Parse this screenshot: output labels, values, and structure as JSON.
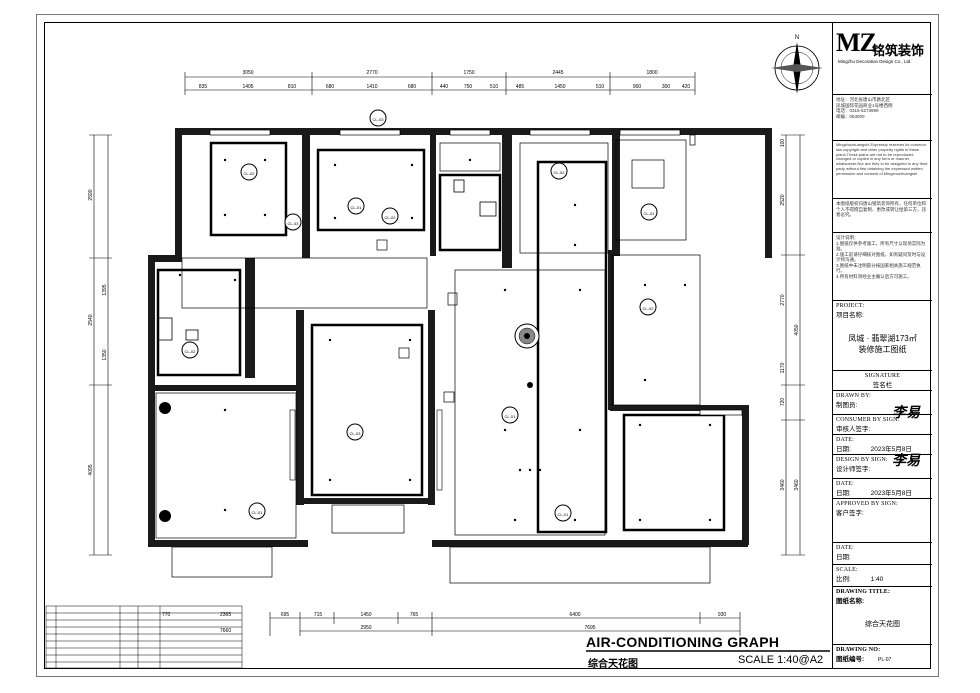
{
  "drawing": {
    "title_en": "AIR-CONDITIONING GRAPH",
    "title_cn": "综合天花图",
    "scale": "SCALE 1:40@A2"
  },
  "dimensions": {
    "top_totals": [
      "3050",
      "2770",
      "1750",
      "2445",
      "1800"
    ],
    "top_details": [
      "835",
      "1405",
      "810",
      "680",
      "1410",
      "680",
      "440",
      "750",
      "510",
      "485",
      "1450",
      "510",
      "900",
      "300",
      "420"
    ],
    "bottom_details": [
      "695",
      "715",
      "1450",
      "765",
      "6400",
      "930"
    ],
    "bottom_totals": [
      "2950",
      "7695"
    ],
    "left": [
      "2590",
      "1395",
      "2540",
      "1350",
      "4095"
    ],
    "right": [
      "100",
      "2520",
      "2770",
      "4050",
      "1170",
      "720",
      "3460",
      "3460"
    ],
    "legend_dims": [
      "770",
      "2365",
      "7660"
    ]
  },
  "ceiling_labels": [
    "CL-02",
    "CL-03",
    "CL-01",
    "CL-02",
    "CL-03",
    "CL-02",
    "CL-01",
    "CL-02",
    "CL-01",
    "CL-02",
    "CL-03",
    "CL-01",
    "CL-01"
  ],
  "title_block": {
    "logo": "MZ",
    "logo_cn": "铭筑装饰",
    "logo_sub": "Mingzhu Decoration Design Co., Ltd",
    "address": [
      "地址：河北省唐山市路北区",
      "凤城国际花园商业1号楼西侧",
      "电话：0315-5273999",
      "邮编：063000"
    ],
    "copyright_en": "Mingzhuzhuangshi Expressly reserves its common law copyright and other property rights in these plans.These plans are not to be reproduced changed or copied in any form or manner whatsoever.Nor are they to be assigned to any third party without first obtaining the expressed written permission and consent of Mingzhuzhuangshi",
    "copyright_cn": "本图纸版权归唐山铭筑装饰所有，任何单位和个人不得擅自复制、更改或转让给第三方，违者必究。",
    "notes_title": "设计说明：",
    "notes": [
      "1.图纸仅供参考施工，所有尺寸以现场实际为准。",
      "2.施工前请仔细核对图纸，如有疑问及时与设计师沟通。",
      "3.图纸中未注明部分按国家相关施工规范执行。",
      "4.所有材料须经业主确认后方可施工。"
    ],
    "project_label": "PROJECT:",
    "project_label_cn": "项目名称:",
    "project_name": "凤城 · 翡翠湖173㎡",
    "project_sub": "装修施工图纸",
    "signature_label": "SIGNATURE",
    "signature_label_cn": "签名栏",
    "drawn_by": "DRAWN BY:",
    "drawn_by_cn": "制图员:",
    "consumer": "CONSUMER BY SIGN:",
    "consumer_cn": "审核人签字:",
    "date_label": "DATE:",
    "date_cn": "日期:",
    "date_value": "2023年5月8日",
    "design_by": "DESIGN BY SIGN:",
    "design_by_cn": "设计师签字:",
    "approved": "APPROVED BY SIGN:",
    "approved_cn": "客户签字:",
    "scale_label": "SCALE:",
    "scale_cn": "比例:",
    "scale_value": "1:40",
    "drawing_title": "DRAWING TITLE:",
    "drawing_title_cn": "图纸名称:",
    "drawing_name": "综合天花图",
    "drawing_no": "DRAWING NO:",
    "drawing_no_cn": "图纸编号:",
    "drawing_no_value": "PL-07"
  },
  "compass": {
    "north": "N"
  }
}
